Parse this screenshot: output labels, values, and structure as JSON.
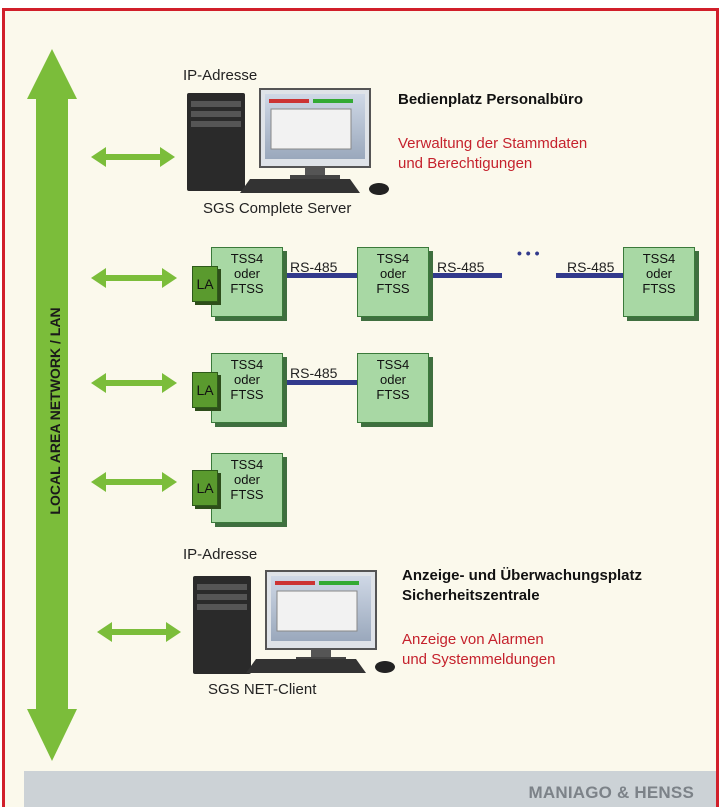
{
  "lan": {
    "label": "LOCAL AREA NETWORK / LAN"
  },
  "server": {
    "ip_label": "IP-Adresse",
    "name": "SGS Complete Server",
    "title": "Bedienplatz Personalbüro",
    "desc_line1": "Verwaltung der Stammdaten",
    "desc_line2": "und Berechtigungen"
  },
  "client": {
    "ip_label": "IP-Adresse",
    "name": "SGS NET-Client",
    "title_line1": "Anzeige- und Überwachungsplatz",
    "title_line2": "Sicherheitszentrale",
    "desc_line1": "Anzeige von Alarmen",
    "desc_line2": "und Systemmeldungen"
  },
  "devices": {
    "la": "LA",
    "line1": "TSS4",
    "line2": "oder",
    "line3": "FTSS",
    "bus": "RS-485",
    "ellipsis": "• • •"
  },
  "footer": {
    "brand": "MANIAGO & HENSS"
  },
  "colors": {
    "frame": "#d11f2a",
    "arrow": "#7bbd3a",
    "bus": "#323a8c",
    "box": "#a8d8a4",
    "la": "#5a9a2e"
  }
}
